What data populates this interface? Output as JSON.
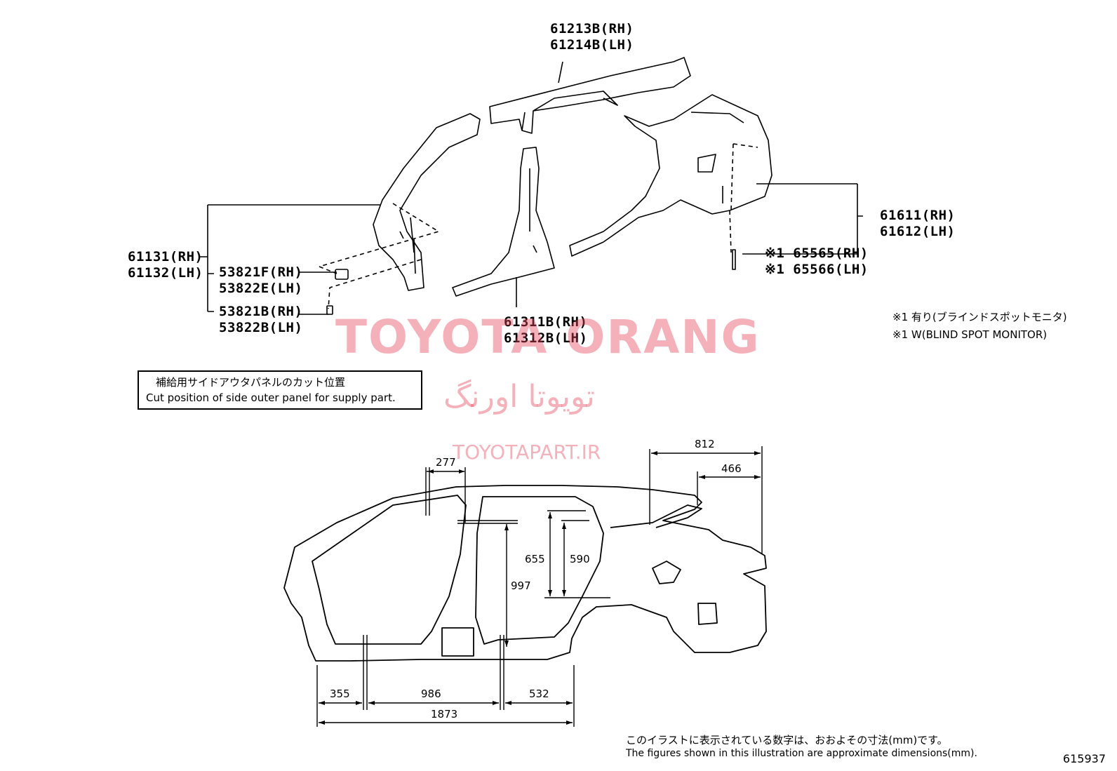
{
  "parts": {
    "roof_side_rh": "61213B(RH)",
    "roof_side_lh": "61214B(LH)",
    "front_pillar_rh": "61131(RH)",
    "front_pillar_lh": "61132(LH)",
    "bracket_f_rh": "53821F(RH)",
    "bracket_e_lh": "53822E(LH)",
    "bracket_b_rh": "53821B(RH)",
    "bracket_b_lh": "53822B(LH)",
    "center_pillar_rh": "61311B(RH)",
    "center_pillar_lh": "61312B(LH)",
    "quarter_rh": "61611(RH)",
    "quarter_lh": "61612(LH)",
    "bsm_rh": "※1 65565(RH)",
    "bsm_lh": "※1 65566(LH)"
  },
  "notes": {
    "bsm_jp": "※1 有り(ブラインドスポットモニタ)",
    "bsm_en": "※1 W(BLIND SPOT MONITOR)",
    "cut_jp": "補給用サイドアウタパネルのカット位置",
    "cut_en": "Cut position of side outer panel for supply part.",
    "dims_jp": "このイラストに表示されている数字は、おおよその寸法(mm)です。",
    "dims_en": "The figures shown in this illustration are approximate dimensions(mm).",
    "diagram_code": "615937"
  },
  "watermark": {
    "latin": "TOYOTA ORANG",
    "persian": "تویوتا اورنگ",
    "url": "TOYOTAPART.IR",
    "color": "#e6465a"
  },
  "dimensions": {
    "d277": "277",
    "d812": "812",
    "d466": "466",
    "d655": "655",
    "d590": "590",
    "d997": "997",
    "d355": "355",
    "d986": "986",
    "d532": "532",
    "d1873": "1873"
  }
}
